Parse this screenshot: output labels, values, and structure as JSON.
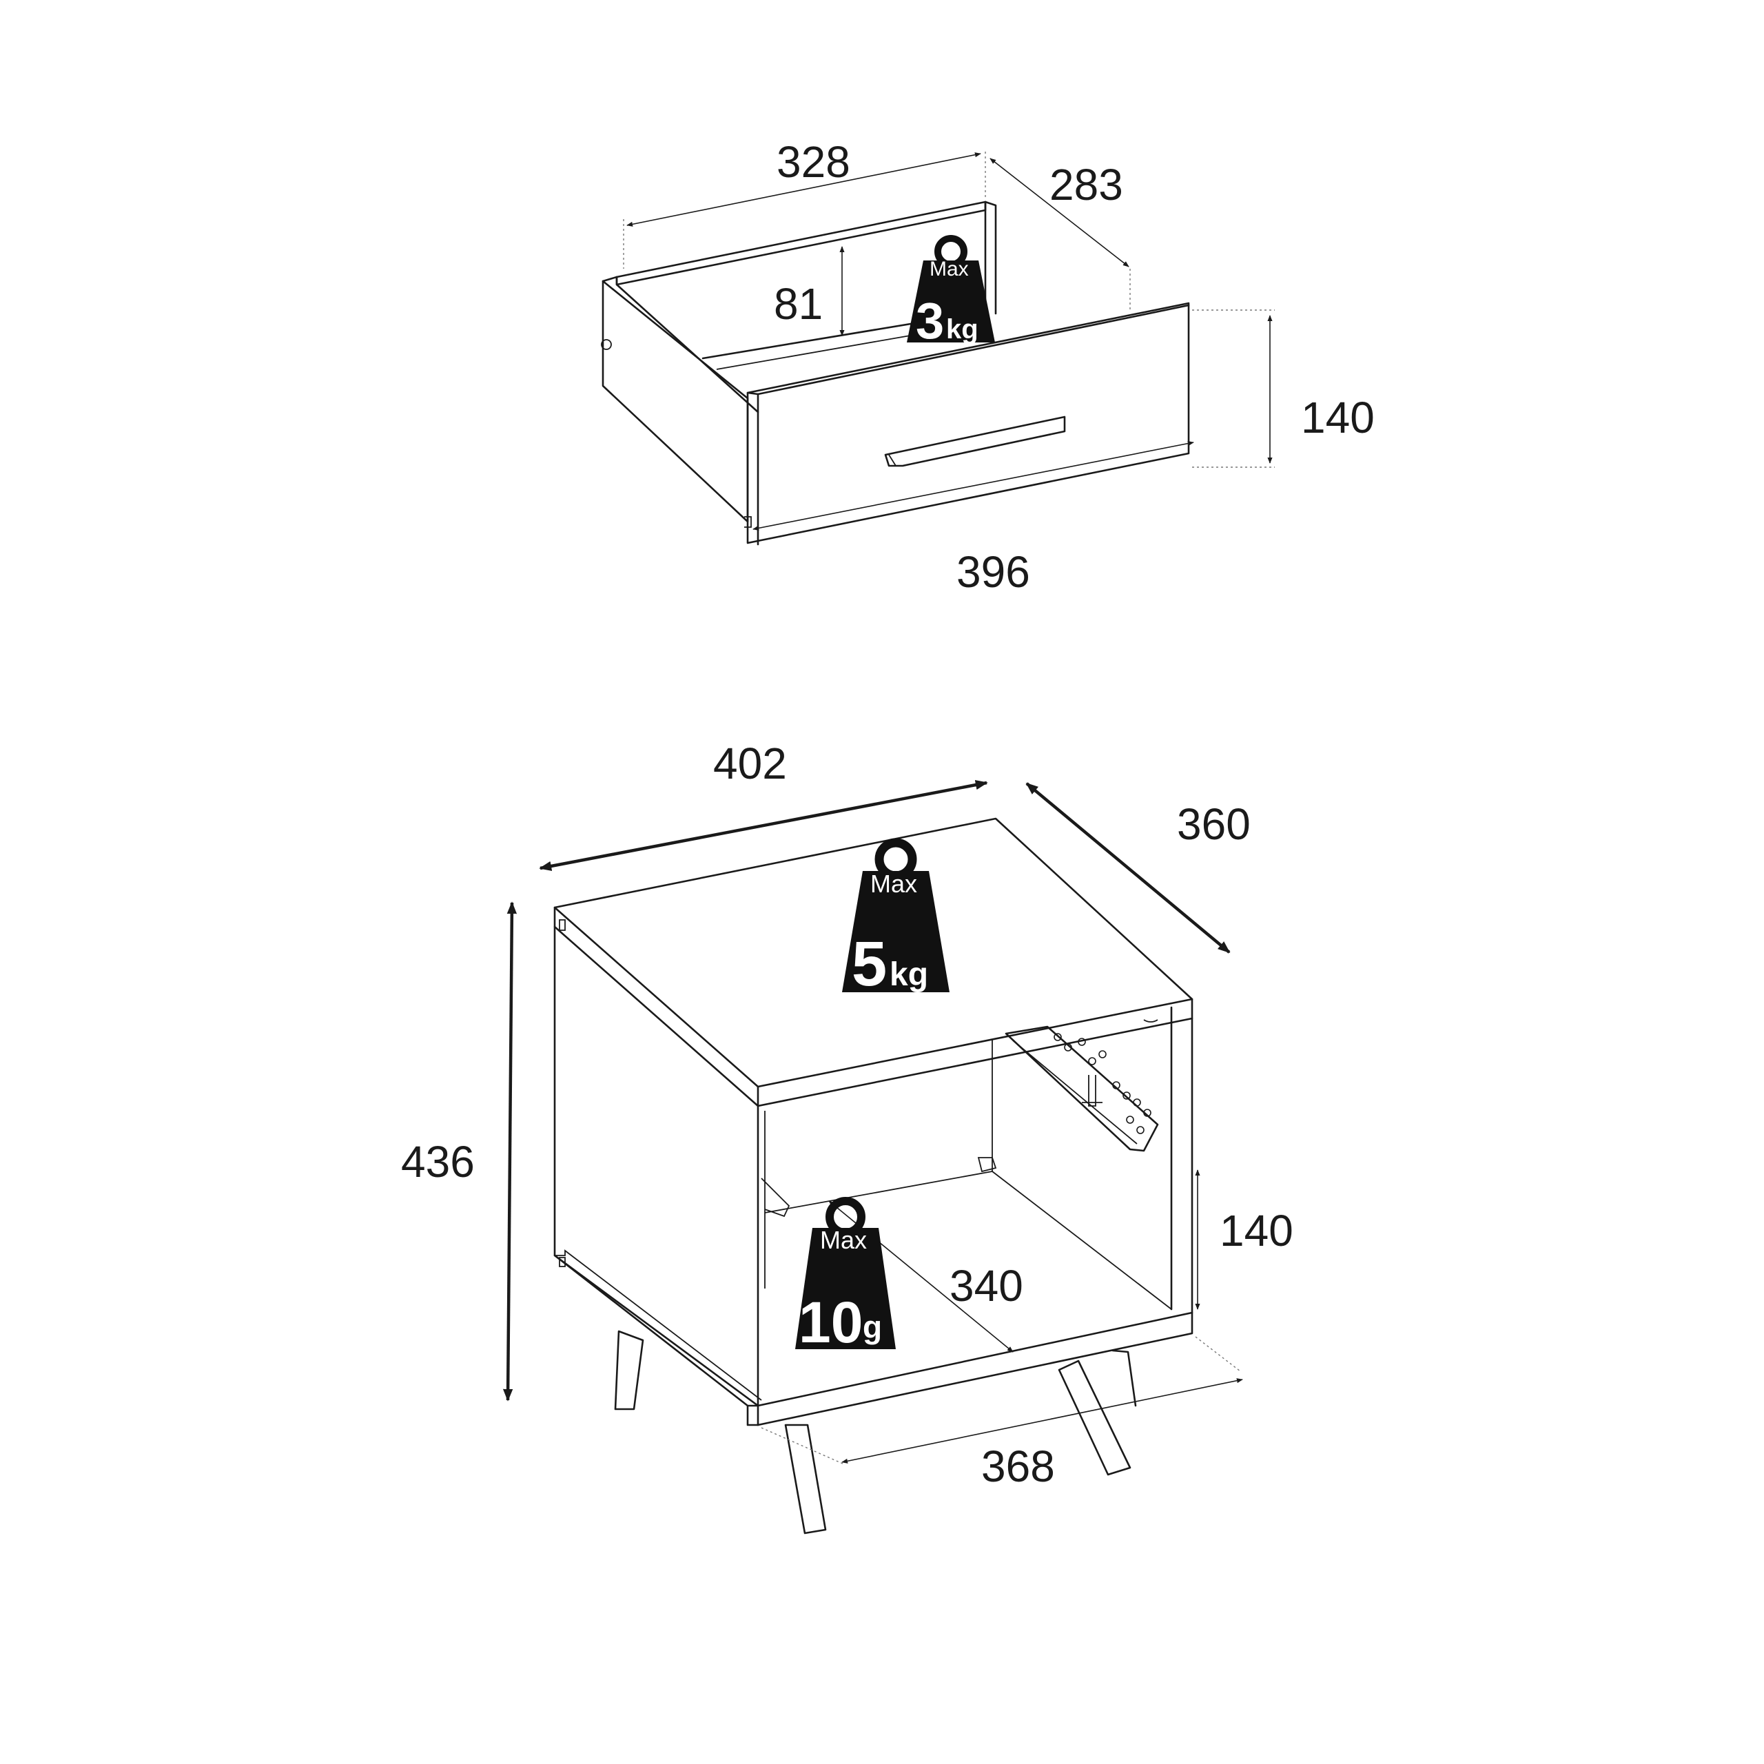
{
  "drawer": {
    "dimensions": {
      "inner_width": "328",
      "inner_depth": "283",
      "inner_height": "81",
      "front_height": "140",
      "front_width": "396"
    },
    "max_load": {
      "label": "Max",
      "value": "3",
      "unit": "kg"
    }
  },
  "nightstand": {
    "dimensions": {
      "top_width": "402",
      "top_depth": "360",
      "total_height": "436",
      "opening_height": "140",
      "inner_depth": "340",
      "base_width": "368"
    },
    "top_max_load": {
      "label": "Max",
      "value": "5",
      "unit": "kg"
    },
    "shelf_max_load": {
      "label": "Max",
      "value": "10",
      "unit": "g"
    }
  }
}
